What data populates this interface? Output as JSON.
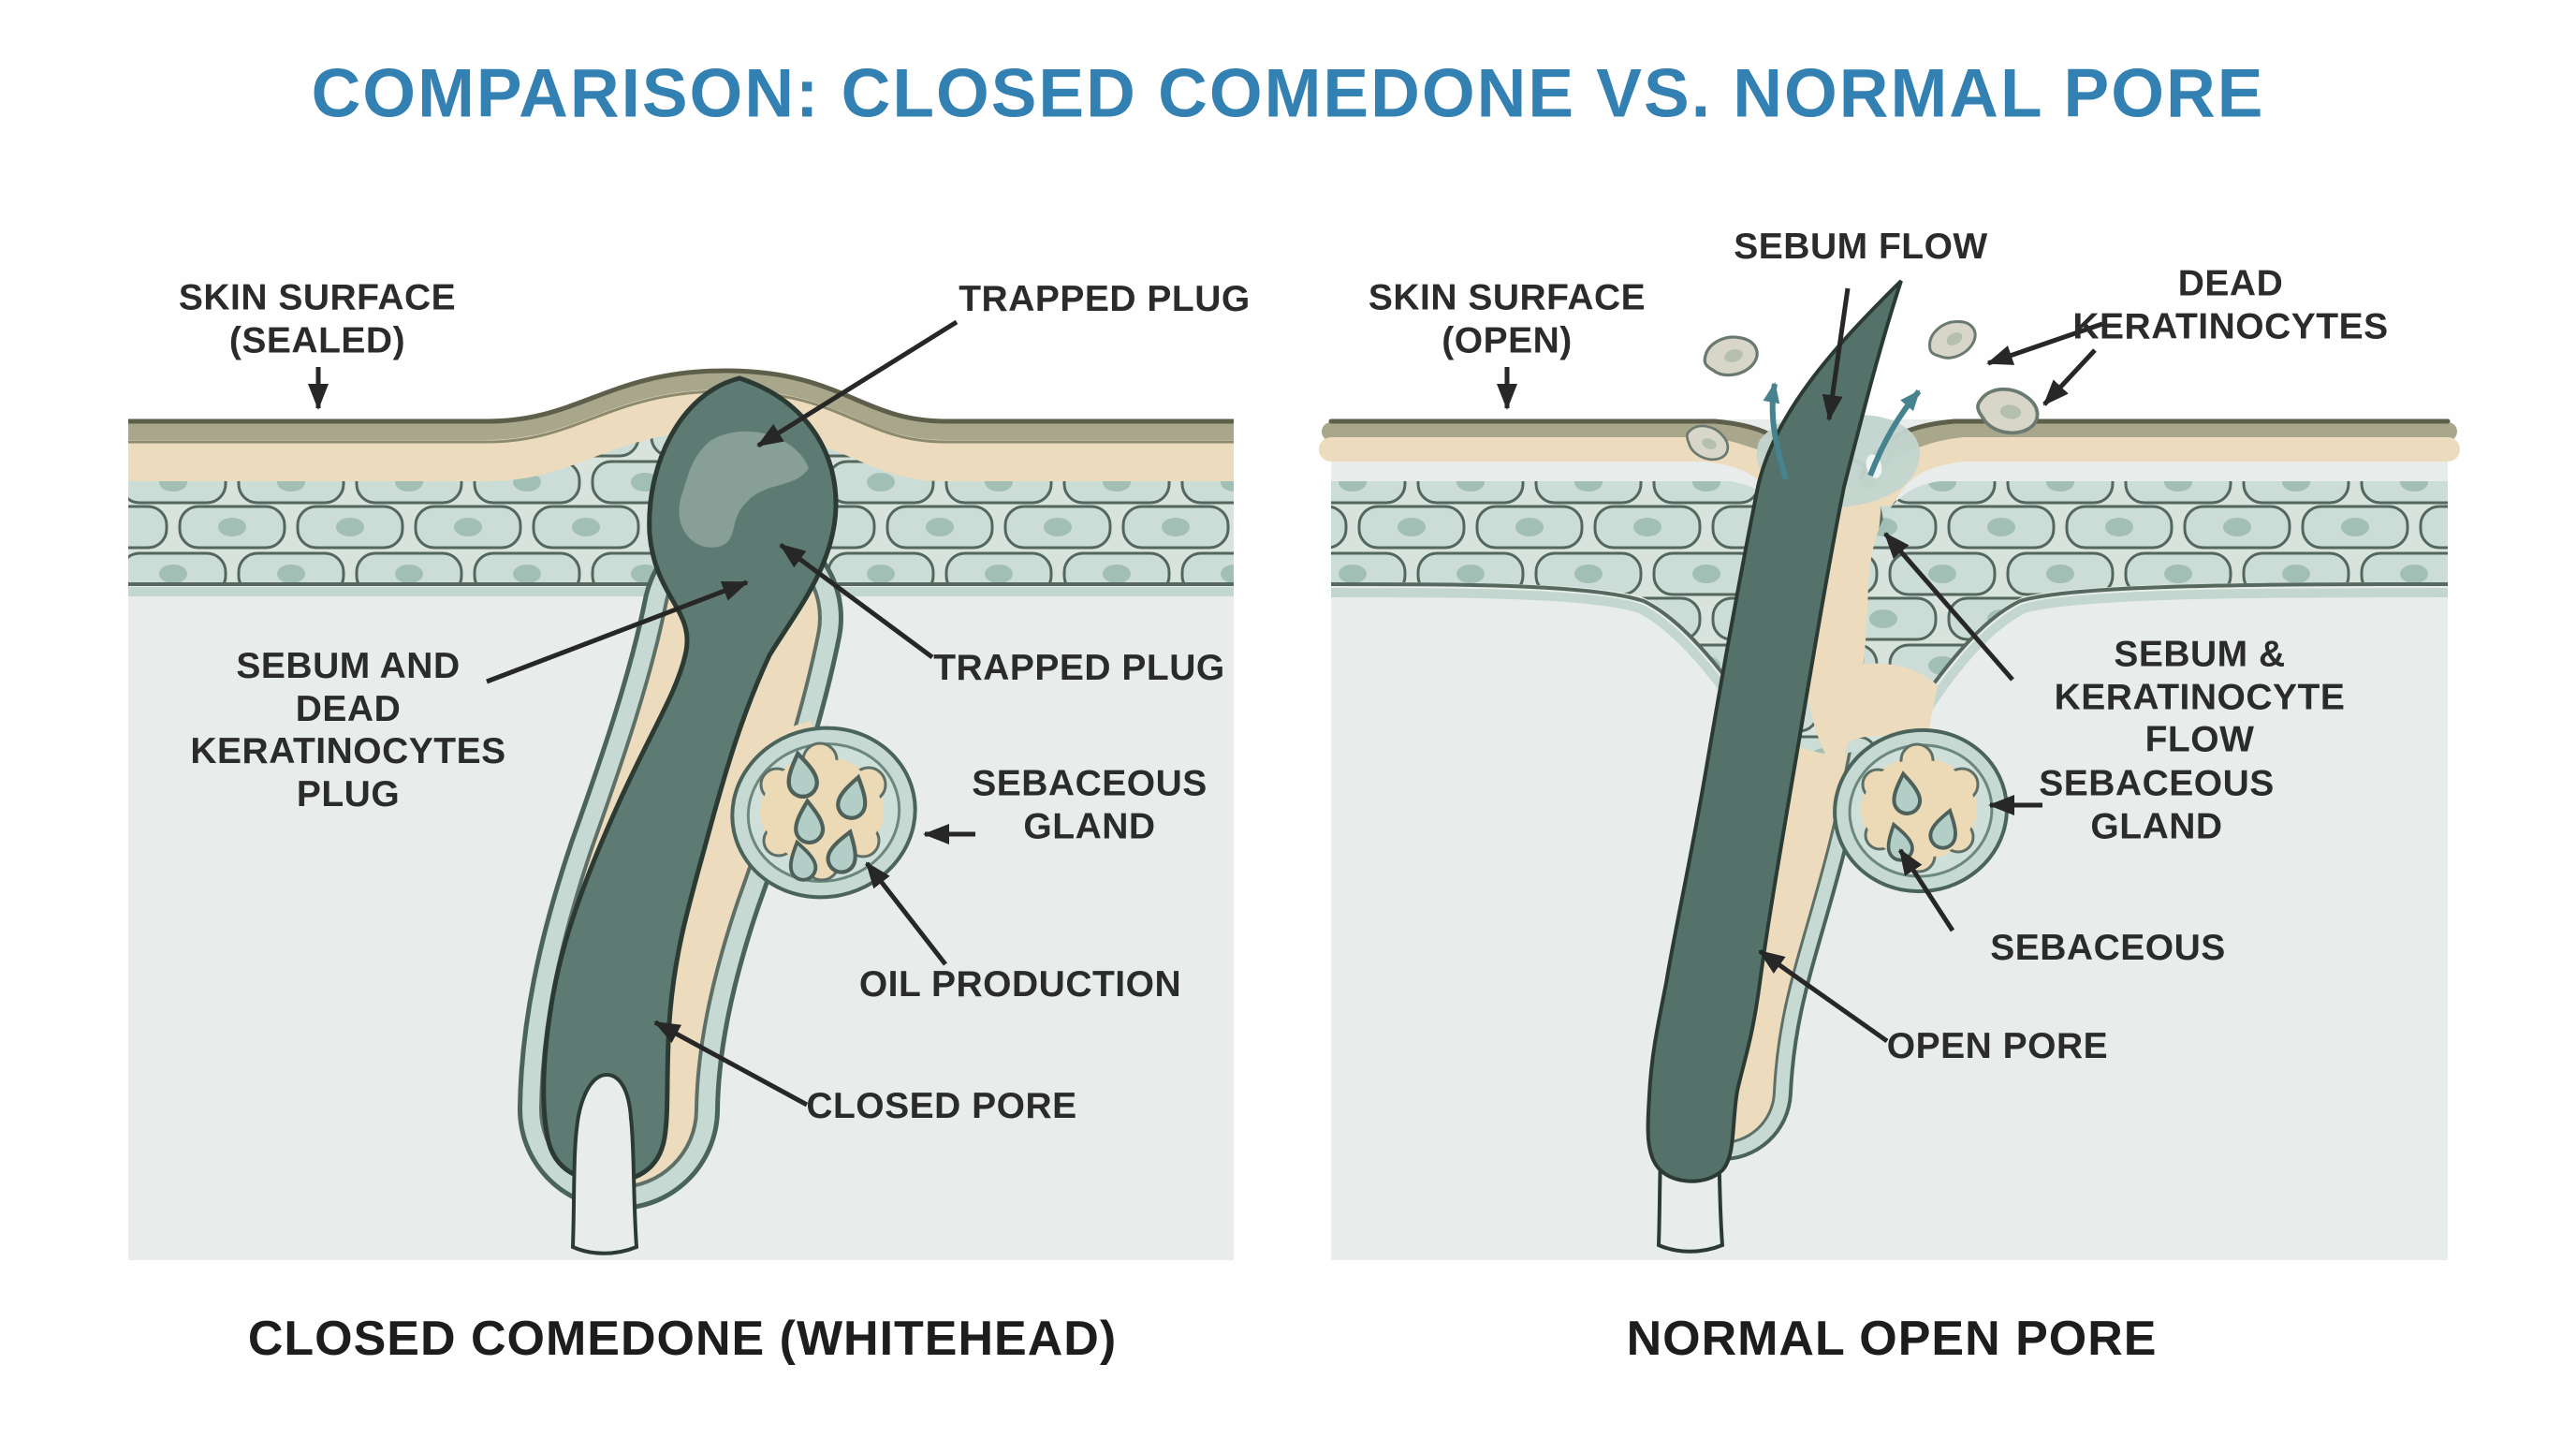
{
  "title": "COMPARISON: CLOSED COMEDONE VS. NORMAL PORE",
  "left_panel": {
    "caption": "CLOSED COMEDONE (WHITEHEAD)",
    "labels": {
      "skin_surface": "SKIN SURFACE\n(SEALED)",
      "trapped_plug_top": "TRAPPED PLUG",
      "sebum_plug": "SEBUM AND\nDEAD\nKERATINOCYTES\nPLUG",
      "trapped_plug_mid": "TRAPPED PLUG",
      "sebaceous_gland": "SEBACEOUS\nGLAND",
      "oil_production": "OIL PRODUCTION",
      "closed_pore": "CLOSED PORE"
    }
  },
  "right_panel": {
    "caption": "NORMAL OPEN PORE",
    "labels": {
      "sebum_flow": "SEBUM FLOW",
      "skin_surface": "SKIN SURFACE\n(OPEN)",
      "dead_keratinocytes": "DEAD\nKERATINOCYTES",
      "sebum_keratinocyte_flow": "SEBUM & KERATINOCYTE\nFLOW",
      "sebaceous_gland": "SEBACEOUS\nGLAND",
      "sebaceous": "SEBACEOUS",
      "open_pore": "OPEN PORE"
    }
  },
  "colors": {
    "title_blue": "#3380b2",
    "label_text": "#2b2b2b",
    "panel_background": "#e8edeb",
    "skin_beige": "#ecdcbd",
    "olive_band": "#a9a78b",
    "cell_fill": "#ccdcd6",
    "cell_outline": "#54675f",
    "plug_dark_teal": "#5d7b73",
    "wall_light_teal": "#c6d9d3",
    "gland_beige": "#ecd9b6",
    "droplet_teal": "#b3cec7",
    "flow_arrow_teal": "#47838f",
    "annotation_arrow": "#272727"
  }
}
